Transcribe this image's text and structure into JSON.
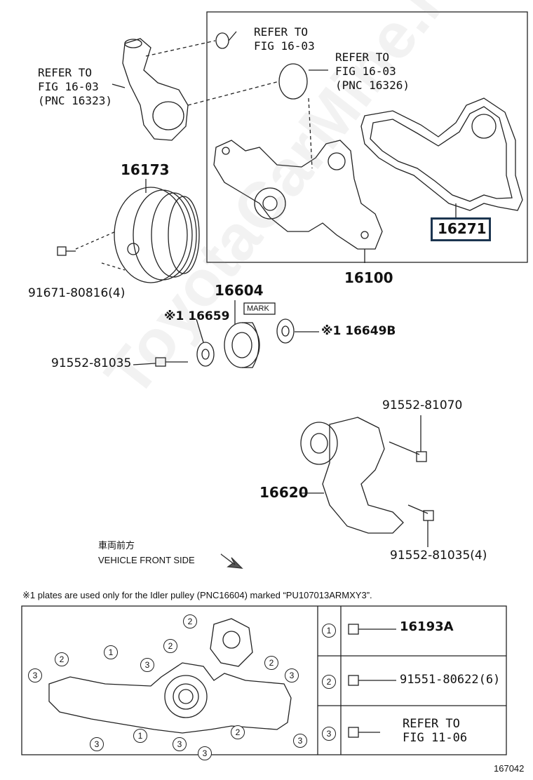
{
  "diagram": {
    "page_number": "167042",
    "watermark": "ToyotaCarMine.ru",
    "refer_1": "REFER TO\nFIG 16-03",
    "refer_2": "REFER TO\nFIG 16-03\n(PNC 16323)",
    "refer_3": "REFER TO\nFIG 16-03\n(PNC 16326)",
    "pnc_16173": "16173",
    "pnc_16271": "16271",
    "pnc_16100": "16100",
    "pnc_16604": "16604",
    "mark_label": "MARK",
    "pnc_16659": "※1 16659",
    "pnc_16649b": "※1 16649B",
    "bolt_91671": "91671-80816(4)",
    "bolt_91552_81035": "91552-81035",
    "bolt_91552_81070": "91552-81070",
    "pnc_16620": "16620",
    "bolt_91552_81035_4": "91552-81035(4)",
    "direction_jp": "車両前方",
    "direction_en": "VEHICLE FRONT SIDE",
    "footnote": "※1 plates are used only for the Idler pulley (PNC16604) marked “PU107013ARMXY3”.",
    "legend": [
      {
        "num": "1",
        "text": "16193A"
      },
      {
        "num": "2",
        "text": "91551-80622(6)"
      },
      {
        "num": "3",
        "text": "REFER TO\nFIG 11-06"
      }
    ],
    "callouts": [
      "2",
      "2",
      "1",
      "3",
      "2",
      "2",
      "3",
      "3",
      "1",
      "3",
      "3",
      "2",
      "3",
      "3"
    ]
  }
}
